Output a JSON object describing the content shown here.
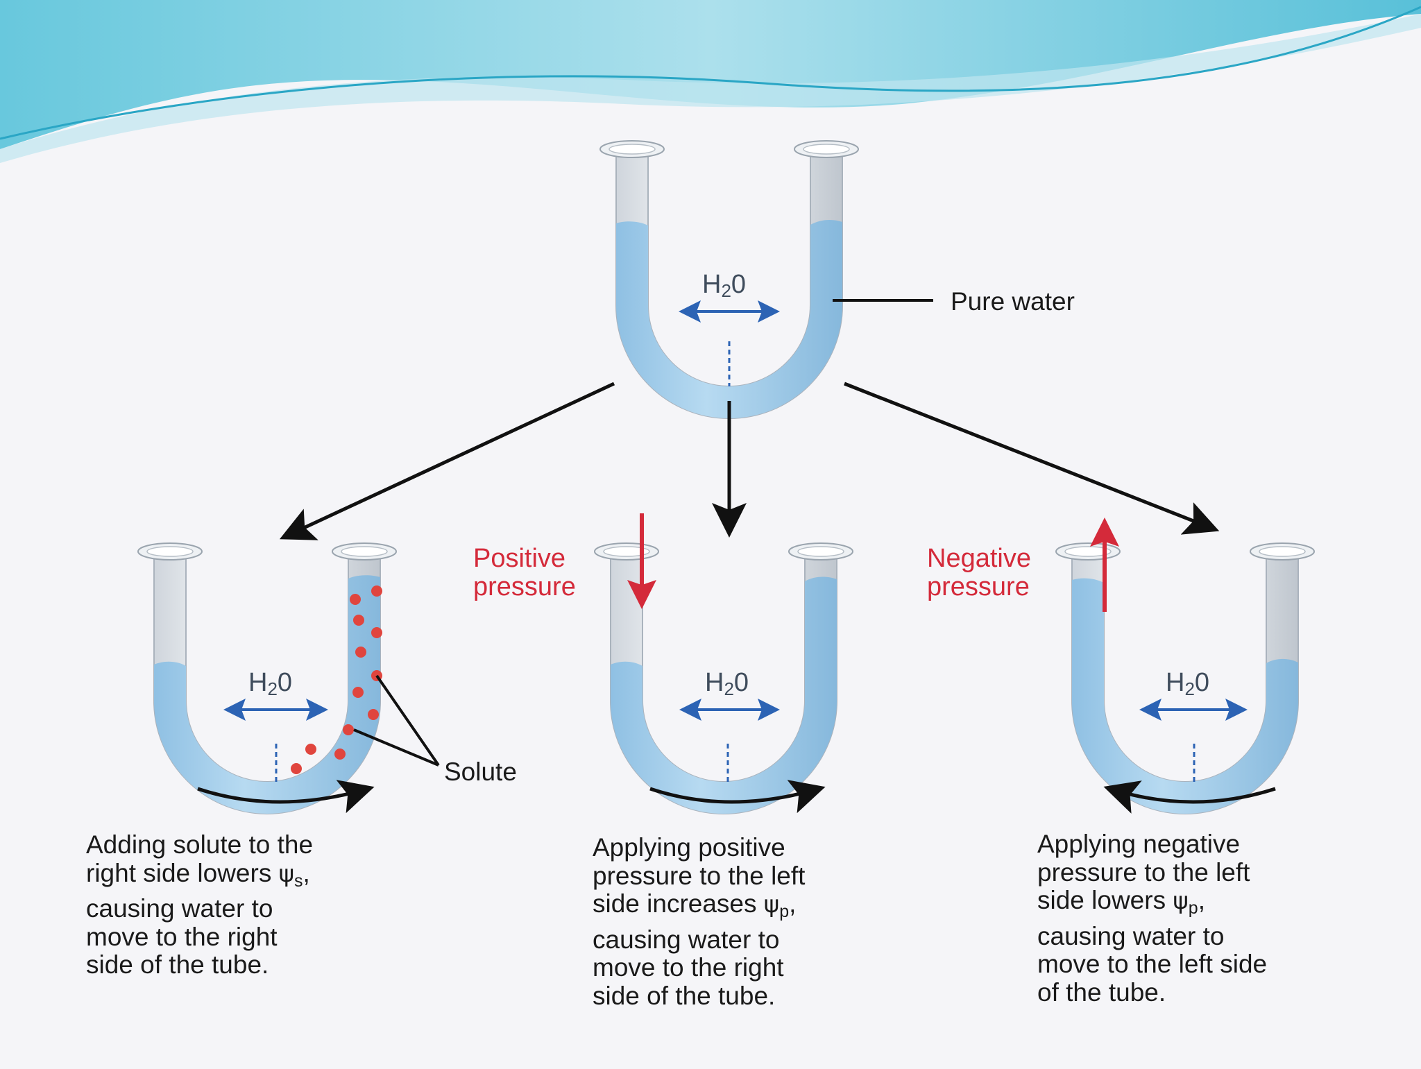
{
  "h2o": {
    "main": "H",
    "sub": "2",
    "tail": "0"
  },
  "labels": {
    "pure_water": "Pure water",
    "solute": "Solute",
    "positive_pressure": [
      "Positive",
      "pressure"
    ],
    "negative_pressure": [
      "Negative",
      "pressure"
    ]
  },
  "captions": {
    "left": {
      "lines": [
        "Adding solute to the",
        "right side lowers ",
        "causing water to",
        "move to the right",
        "side of the tube."
      ],
      "symbol": "ψ",
      "symbol_sub": "s",
      "symbol_suffix": ","
    },
    "middle": {
      "lines": [
        "Applying positive",
        "pressure to the left",
        "side increases ",
        "causing water to",
        "move to the right",
        "side of the tube."
      ],
      "symbol": "ψ",
      "symbol_sub": "p",
      "symbol_suffix": ","
    },
    "right": {
      "lines": [
        "Applying negative",
        "pressure to the left",
        "side lowers ",
        "causing water to",
        "move to the left side",
        "of the tube."
      ],
      "symbol": "ψ",
      "symbol_sub": "p",
      "symbol_suffix": ","
    }
  },
  "colors": {
    "water": "#a9d1ec",
    "glass": "#dfe4ea",
    "arrow_blue": "#2c63b4",
    "pressure_red": "#d42a3a",
    "solute_red": "#e0453e",
    "banner_teal": "#5cc6dc"
  }
}
